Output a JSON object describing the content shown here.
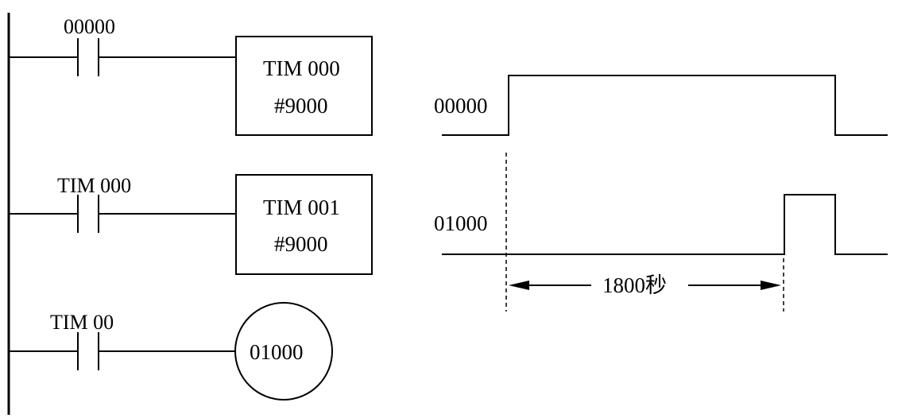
{
  "ladder": {
    "rung1": {
      "contact": "00000",
      "box_line1": "TIM 000",
      "box_line2": "#9000"
    },
    "rung2": {
      "contact": "TIM 000",
      "box_line1": "TIM 001",
      "box_line2": "#9000"
    },
    "rung3": {
      "contact": "TIM 00",
      "coil": "01000"
    }
  },
  "timing": {
    "signal1": "00000",
    "signal2": "01000",
    "duration": "1800秒"
  }
}
